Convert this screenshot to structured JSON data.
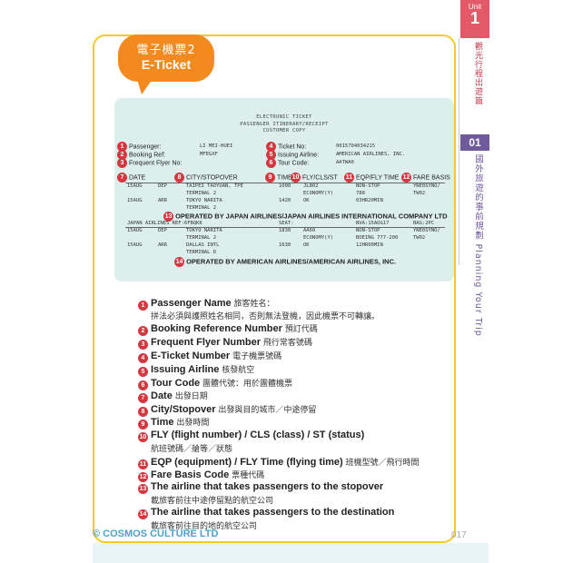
{
  "unit": {
    "label": "Unit",
    "number": "1",
    "title": "觀光行程出遊篇"
  },
  "section": {
    "number": "01",
    "title_zh": "國外旅遊的事前規劃",
    "title_en": "Planning Your Trip"
  },
  "bubble": {
    "line1": "電子機票2",
    "line2": "E-Ticket"
  },
  "ticket": {
    "header": [
      "ELECTRONIC TICKET",
      "PASSENGER ITINERARY/RECEIPT",
      "CUSTOMER COPY"
    ],
    "left_fields": [
      {
        "n": "1",
        "label": "Passenger:",
        "value": "LI MEI-HUEI"
      },
      {
        "n": "2",
        "label": "Booking Ref:",
        "value": "MFEGXF"
      },
      {
        "n": "3",
        "label": "Frequent Flyer No:",
        "value": ""
      }
    ],
    "right_fields": [
      {
        "n": "4",
        "label": "Ticket No:",
        "value": "0015704034215"
      },
      {
        "n": "5",
        "label": "Issuing Airline:",
        "value": "AMERICAN AIRLINES, INC."
      },
      {
        "n": "6",
        "label": "Tour Code:",
        "value": "AATWA0"
      }
    ],
    "columns": [
      {
        "n": "7",
        "label": "DATE"
      },
      {
        "n": "8",
        "label": "CITY/STOPOVER"
      },
      {
        "n": "9",
        "label": "TIME"
      },
      {
        "n": "10",
        "label": "FLY/CLS/ST"
      },
      {
        "n": "11",
        "label": "EQP/FLY TIME"
      },
      {
        "n": "12",
        "label": "FARE BASIS"
      }
    ],
    "segment1": [
      [
        "15AUG",
        "DEP",
        "TAIPEI TAOYUAN, TPE",
        "1000",
        "JL802",
        "NON-STOP",
        "YNE0SYNO/"
      ],
      [
        "",
        "",
        "TERMINAL 2",
        "",
        "ECONOMY(Y)",
        "788",
        "TW02"
      ],
      [
        "15AUG",
        "ARR",
        "TOKYO NARITA",
        "1420",
        "OK",
        "03HR20MIN",
        ""
      ],
      [
        "",
        "",
        "TERMINAL 2",
        "",
        "",
        "",
        ""
      ]
    ],
    "op1": {
      "n": "13",
      "text": "OPERATED BY JAPAN AIRLINES/JAPAN AIRLINES INTERNATIONAL COMPANY LTD"
    },
    "ref_line": [
      "JAPAN AIRLINES REF:6FBQKK",
      "SEAT:",
      "NVA:15AUG17",
      "BAG:2PC"
    ],
    "segment2": [
      [
        "15AUG",
        "DEP",
        "TOKYO NARITA",
        "1830",
        "AA60",
        "NON-STOP",
        "YNE0SYNO/"
      ],
      [
        "",
        "",
        "TERMINAL 2",
        "",
        "ECONOMY(Y)",
        "BOEING 777-200",
        "TW02"
      ],
      [
        "15AUG",
        "ARR",
        "DALLAS INTL",
        "1630",
        "OK",
        "12HR00MIN",
        ""
      ],
      [
        "",
        "",
        "TERMINAL D",
        "",
        "",
        "",
        ""
      ]
    ],
    "op2": {
      "n": "14",
      "text": "OPERATED BY AMERICAN AIRLINES/AMERICAN AIRLINES, INC."
    }
  },
  "glossary": [
    {
      "n": "1",
      "en": "Passenger Name",
      "zh": " 旅客姓名：",
      "sub": "拼法必須與護照姓名相同，否則無法登機，因此機票不可轉讓。"
    },
    {
      "n": "2",
      "en": "Booking Reference Number",
      "zh": " 預訂代碼",
      "sub": ""
    },
    {
      "n": "3",
      "en": "Frequent Flyer Number",
      "zh": " 飛行常客號碼",
      "sub": ""
    },
    {
      "n": "4",
      "en": "E-Ticket Number",
      "zh": " 電子機票號碼",
      "sub": ""
    },
    {
      "n": "5",
      "en": "Issuing Airline",
      "zh": " 核發航空",
      "sub": ""
    },
    {
      "n": "6",
      "en": "Tour Code",
      "zh": " 團體代號：用於團體機票",
      "sub": ""
    },
    {
      "n": "7",
      "en": "Date",
      "zh": " 出發日期",
      "sub": ""
    },
    {
      "n": "8",
      "en": "City/Stopover",
      "zh": " 出發與目的城市／中途停留",
      "sub": ""
    },
    {
      "n": "9",
      "en": "Time",
      "zh": " 出發時間",
      "sub": ""
    },
    {
      "n": "10",
      "en": "FLY (flight number) / CLS (class) / ST (status)",
      "zh": "",
      "sub": "航班號碼／艙等／狀態"
    },
    {
      "n": "11",
      "en": "EQP (equipment) / FLY Time (flying time)",
      "zh": " 班機型號／飛行時間",
      "sub": ""
    },
    {
      "n": "12",
      "en": "Fare Basis Code",
      "zh": " 票種代碼",
      "sub": ""
    },
    {
      "n": "13",
      "en": "The airline that takes passengers to the stopover",
      "zh": "",
      "sub": "載旅客前往中途停留點的航空公司"
    },
    {
      "n": "14",
      "en": "The airline that takes passengers to the destination",
      "zh": "",
      "sub": "載旅客前往目的地的航空公司"
    }
  ],
  "footer": {
    "copyright": "© COSMOS CULTURE LTD",
    "page": "017"
  },
  "colors": {
    "bubble": "#f28a1f",
    "marker": "#d4373f",
    "box_border": "#f6c92b",
    "ticket_bg": "#dcefec",
    "unit_tab": "#e25a6a",
    "section_tab": "#6f5a9c"
  }
}
